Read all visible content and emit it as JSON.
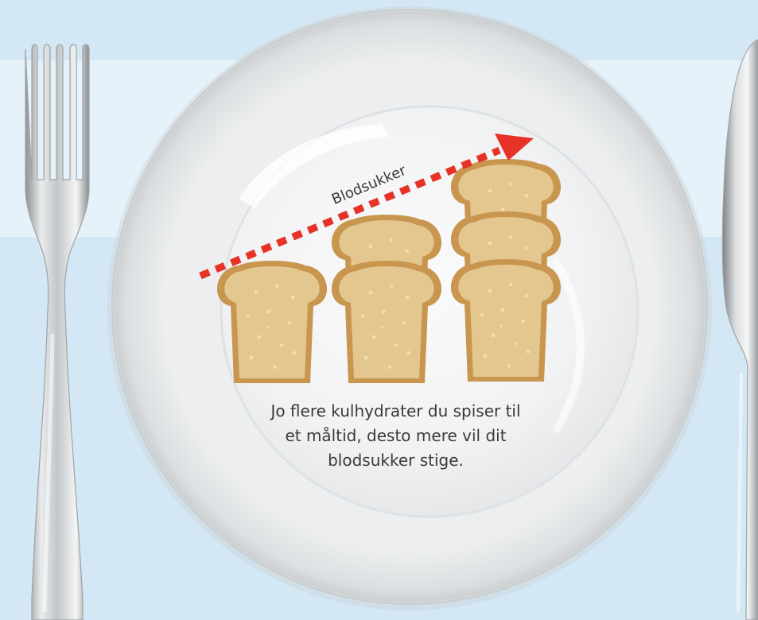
{
  "arrow_label": "Blodsukker",
  "caption_lines": [
    "Jo flere kulhydrater du spiser til",
    "et måltid, desto mere vil dit",
    "blodsukker stige."
  ],
  "bread_stacks": [
    1,
    2,
    3
  ],
  "colors": {
    "background": "#d3e8f4",
    "band": "#e6f2fa",
    "plate_rim": "#d8dadc",
    "plate_center": "#f4f5f6",
    "arrow": "#e63227",
    "bread_crust": "#c9964f",
    "bread_crumb": "#e3c78f",
    "text": "#3a3a3a"
  },
  "icons": [
    "fork-icon",
    "plate-icon",
    "bread-slice-icon",
    "knife-icon",
    "arrow-up-icon"
  ]
}
